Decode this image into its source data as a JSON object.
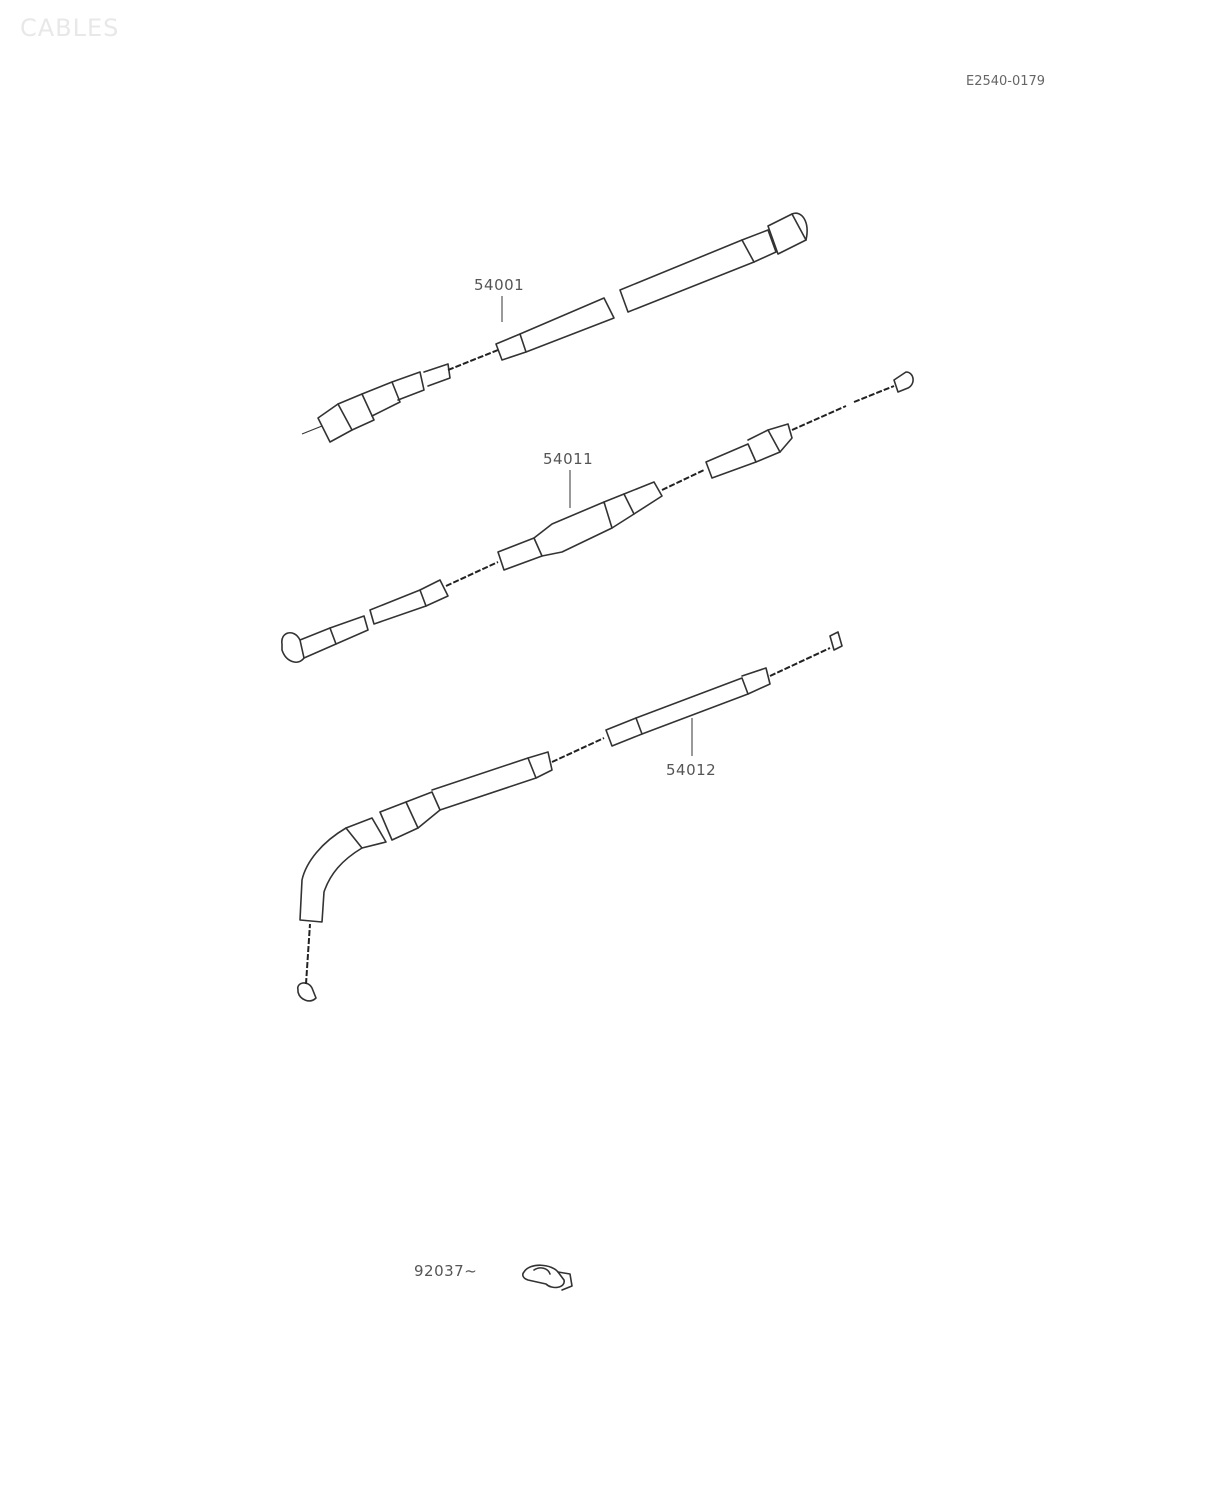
{
  "watermark": "CABLES",
  "reference_code": "E2540-0179",
  "parts": [
    {
      "number": "54001"
    },
    {
      "number": "54011"
    },
    {
      "number": "54012"
    },
    {
      "number": "92037"
    }
  ],
  "part_92037_suffix": "~"
}
